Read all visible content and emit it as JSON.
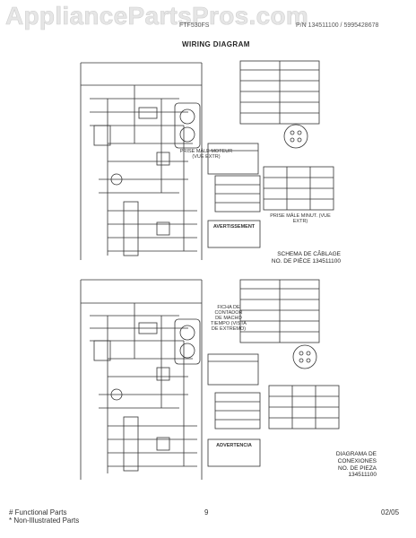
{
  "watermark": "AppliancePartsPros.com",
  "header": {
    "model_left": "FTF530FS",
    "model_right": "P/N 134511100 / 5995428678",
    "title": "WIRING DIAGRAM"
  },
  "upper_diagram": {
    "plug_caption": "PRISE MÂLE MOTEUR (VUE EXTR)",
    "wiring_caption_line1": "SCHEMA DE CÂBLAGE",
    "wiring_caption_line2": "NO. DE PIÈCE 134511100",
    "warning_label": "AVERTISSEMENT",
    "timer_caption": "PRISE MÂLE MINUT. (VUE EXTR)"
  },
  "lower_diagram": {
    "plug_caption": "FICHA DE CONTADOR DE MACHO TIEMPO (VISTA DE EXTREMO)",
    "wiring_caption_line1": "DIAGRAMA DE",
    "wiring_caption_line2": "CONEXIONES",
    "wiring_caption_line3": "NO. DE PIEZA",
    "wiring_caption_line4": "134511100",
    "warning_label": "ADVERTENCIA"
  },
  "footer": {
    "left_line1": "# Functional Parts",
    "left_line2": "* Non-Illustrated Parts",
    "page_number": "9",
    "date": "02/05"
  }
}
